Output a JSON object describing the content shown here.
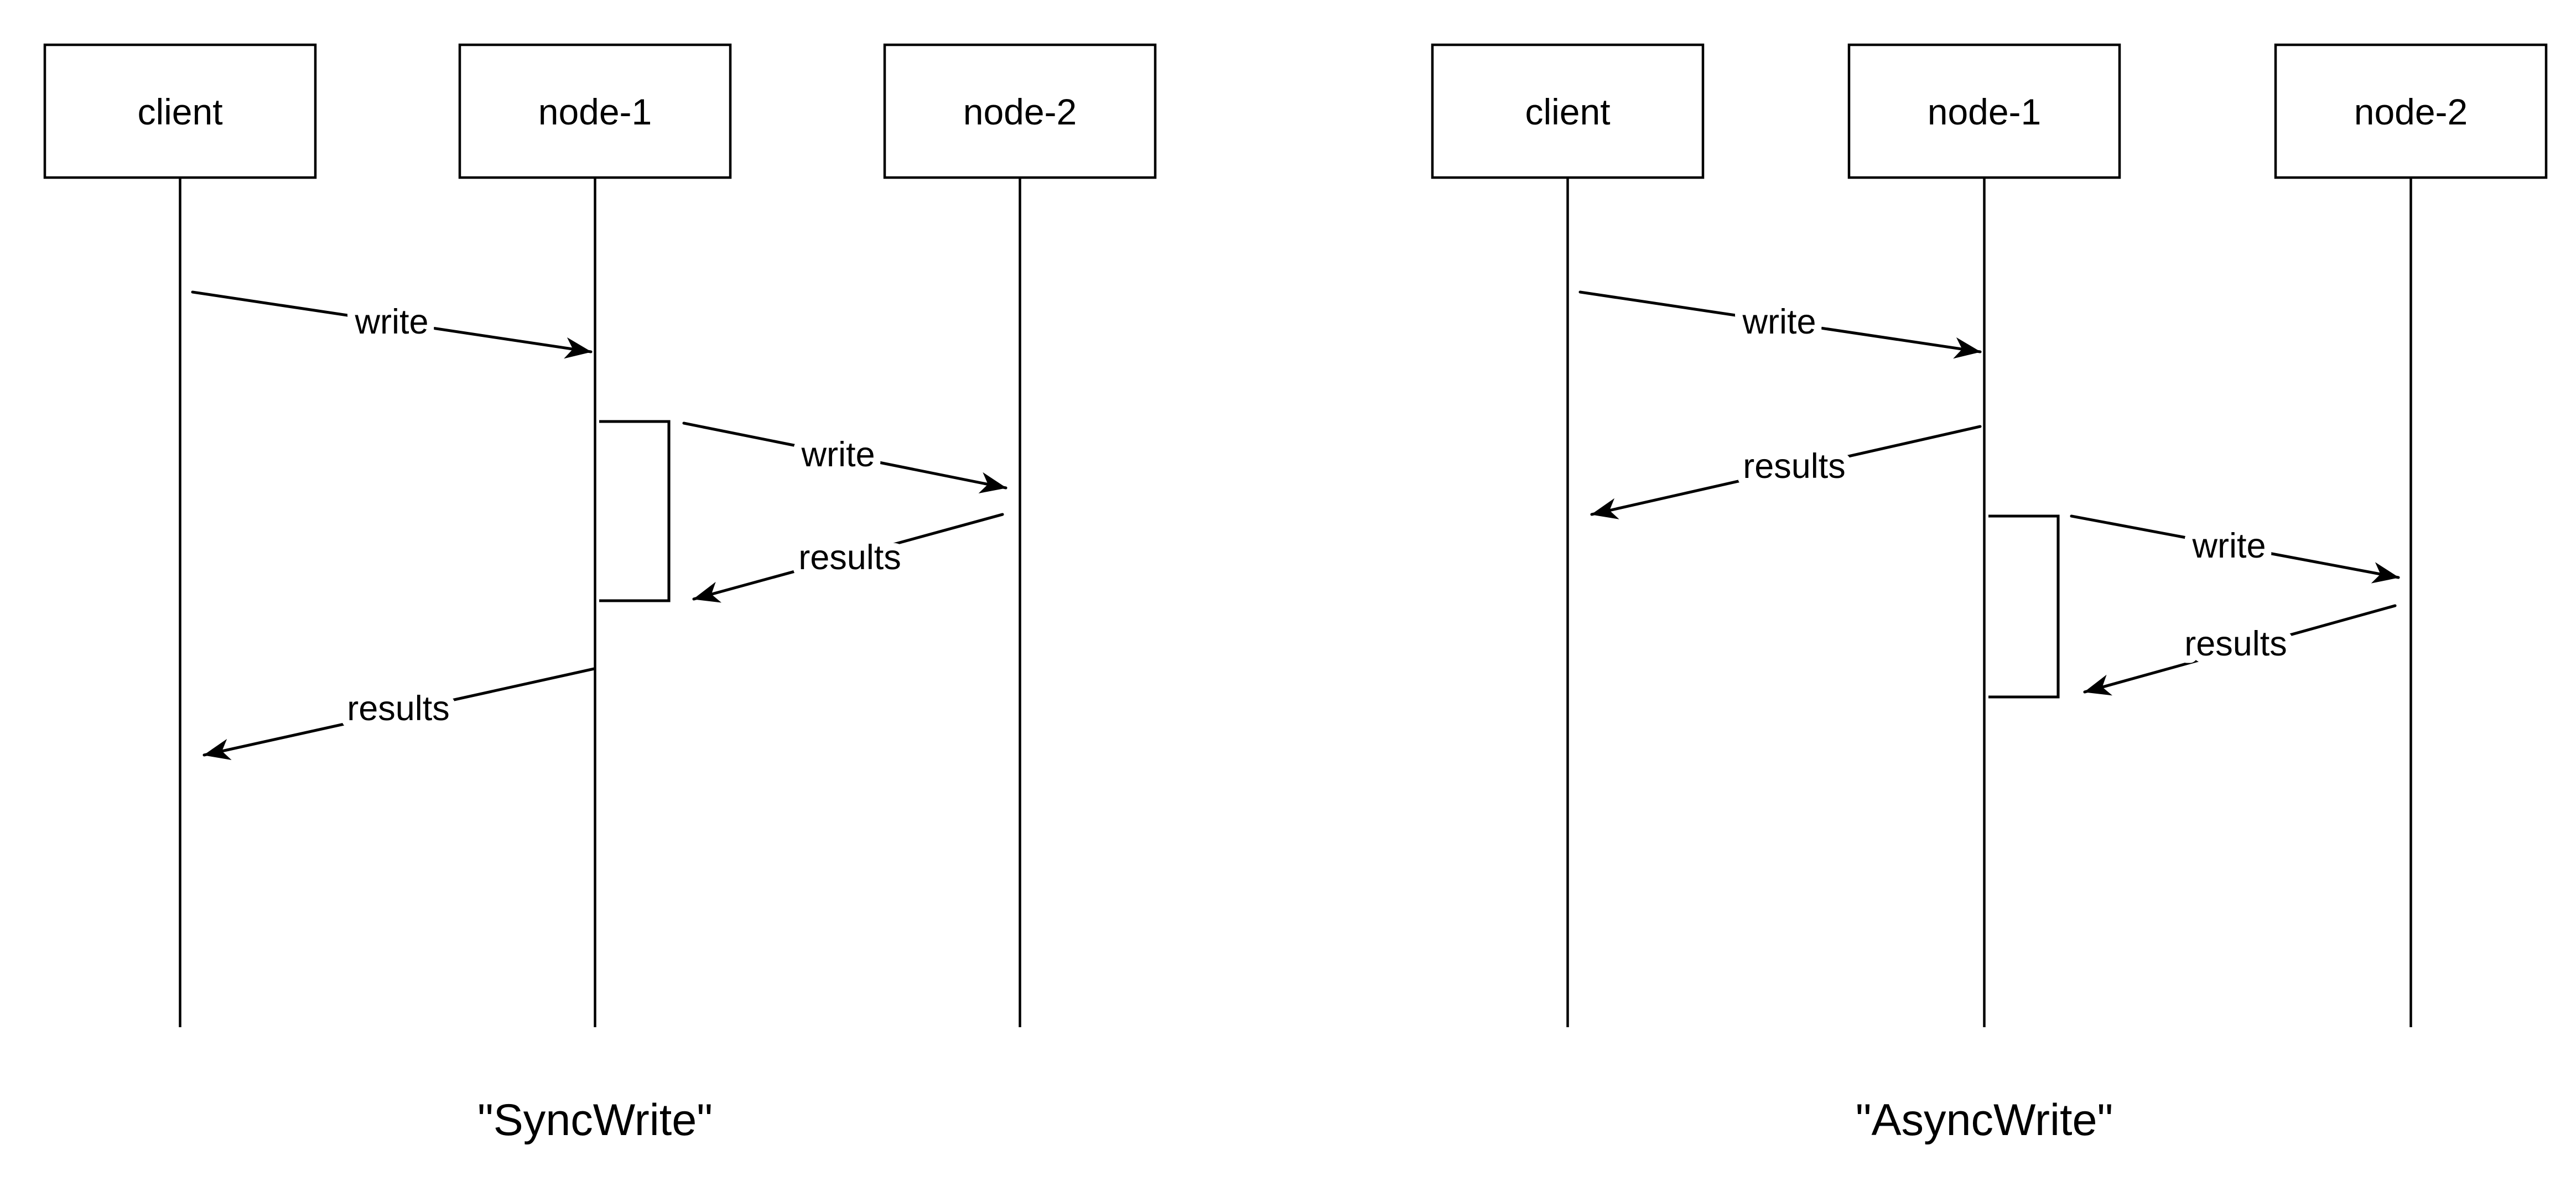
{
  "page": {
    "background_color": "#ffffff",
    "line_color": "#000000"
  },
  "diagrams": [
    {
      "caption": "\"SyncWrite\"",
      "actors": [
        {
          "label": "client"
        },
        {
          "label": "node-1"
        },
        {
          "label": "node-2"
        }
      ],
      "messages": [
        {
          "label": "write",
          "from": "client",
          "to": "node-1"
        },
        {
          "label": "write",
          "from": "node-1",
          "to": "node-2"
        },
        {
          "label": "results",
          "from": "node-2",
          "to": "node-1"
        },
        {
          "label": "results",
          "from": "node-1",
          "to": "client"
        }
      ]
    },
    {
      "caption": "\"AsyncWrite\"",
      "actors": [
        {
          "label": "client"
        },
        {
          "label": "node-1"
        },
        {
          "label": "node-2"
        }
      ],
      "messages": [
        {
          "label": "write",
          "from": "client",
          "to": "node-1"
        },
        {
          "label": "results",
          "from": "node-1",
          "to": "client"
        },
        {
          "label": "write",
          "from": "node-1",
          "to": "node-2"
        },
        {
          "label": "results",
          "from": "node-2",
          "to": "node-1"
        }
      ]
    }
  ]
}
